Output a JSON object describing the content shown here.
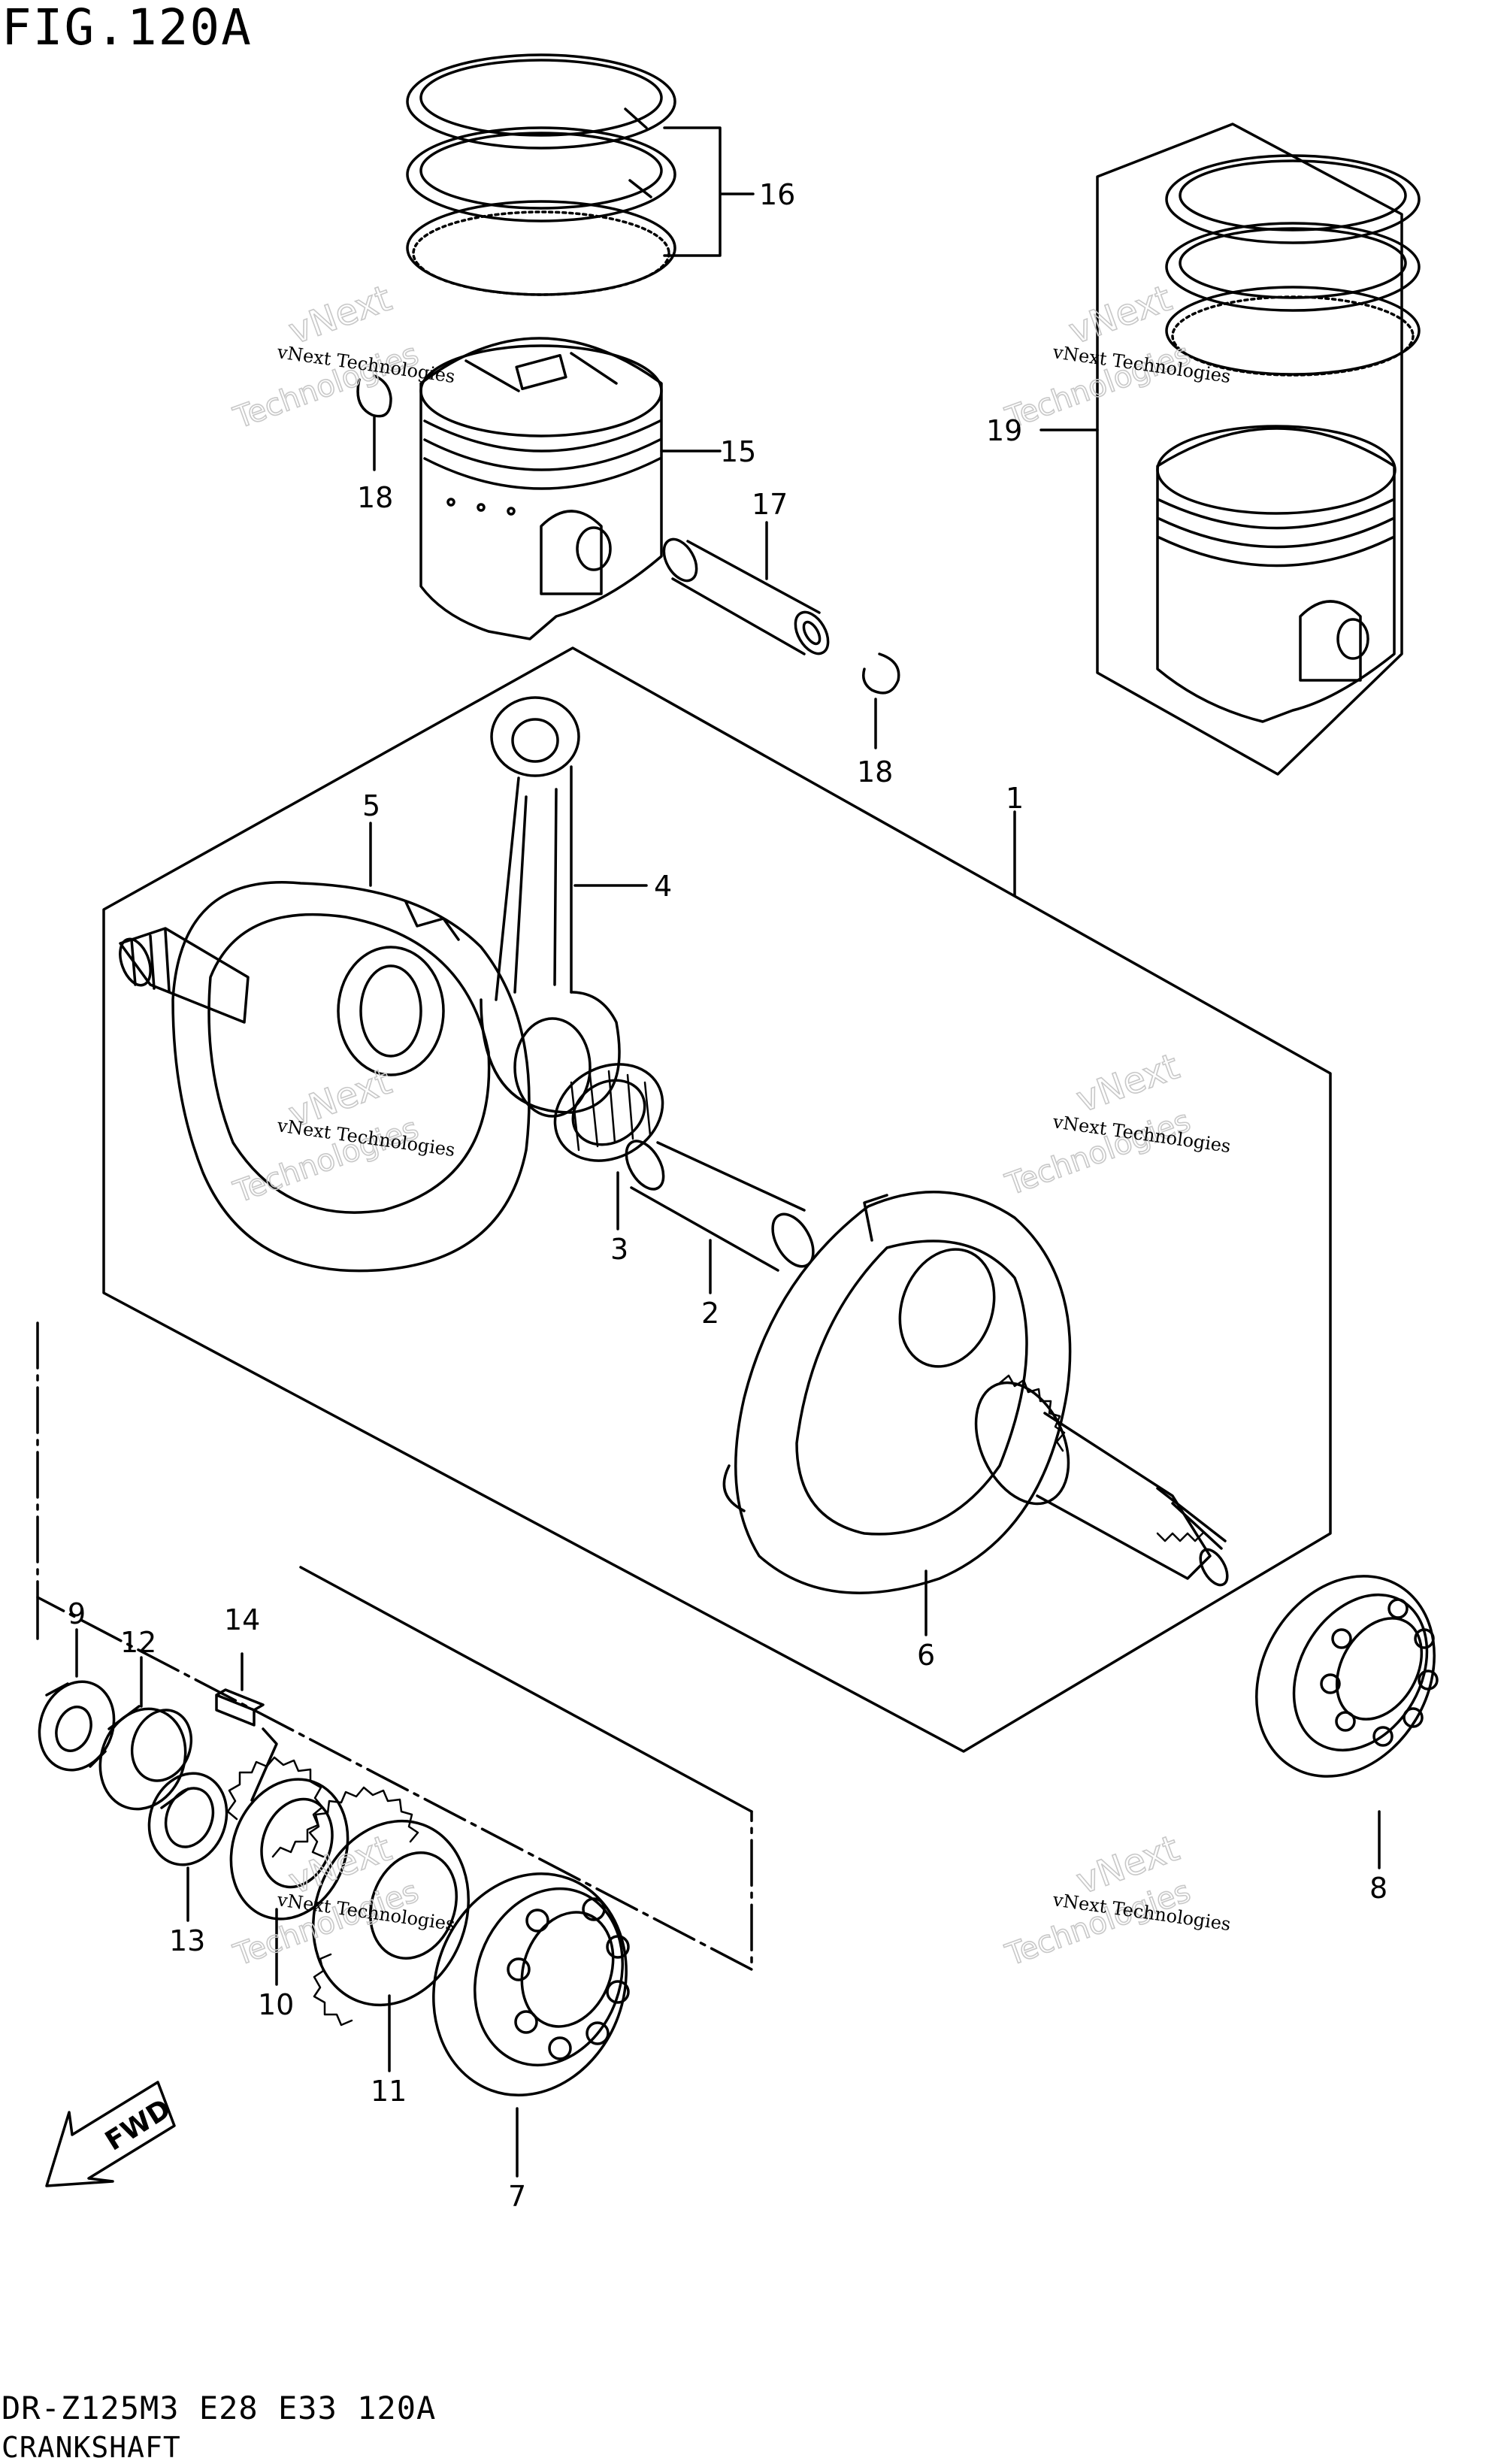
{
  "figure": {
    "title": "FIG.120A",
    "model_code": "DR-Z125M3 E28 E33 120A",
    "section_name": "CRANKSHAFT"
  },
  "watermark": {
    "line1": "vNext Technologies",
    "outline_top": "vNext",
    "outline_bottom": "Technologies"
  },
  "direction_label": "FWD",
  "callouts": [
    {
      "number": "1",
      "part": "crankshaft-assembly"
    },
    {
      "number": "2",
      "part": "crank-pin"
    },
    {
      "number": "3",
      "part": "needle-bearing"
    },
    {
      "number": "4",
      "part": "connecting-rod"
    },
    {
      "number": "5",
      "part": "crank-web-left"
    },
    {
      "number": "6",
      "part": "crank-web-right"
    },
    {
      "number": "7",
      "part": "ball-bearing-left"
    },
    {
      "number": "8",
      "part": "ball-bearing-right"
    },
    {
      "number": "9",
      "part": "nut"
    },
    {
      "number": "10",
      "part": "primary-drive-gear"
    },
    {
      "number": "11",
      "part": "drive-gear"
    },
    {
      "number": "12",
      "part": "spacer"
    },
    {
      "number": "13",
      "part": "washer"
    },
    {
      "number": "14",
      "part": "key"
    },
    {
      "number": "15",
      "part": "piston"
    },
    {
      "number": "16",
      "part": "piston-ring-set"
    },
    {
      "number": "17",
      "part": "piston-pin"
    },
    {
      "number": "18",
      "part": "circlip"
    },
    {
      "number": "19",
      "part": "piston-set-oversize"
    }
  ],
  "colors": {
    "ink": "#000000",
    "watermark_outline": "#c8c8c8",
    "background": "#ffffff"
  }
}
